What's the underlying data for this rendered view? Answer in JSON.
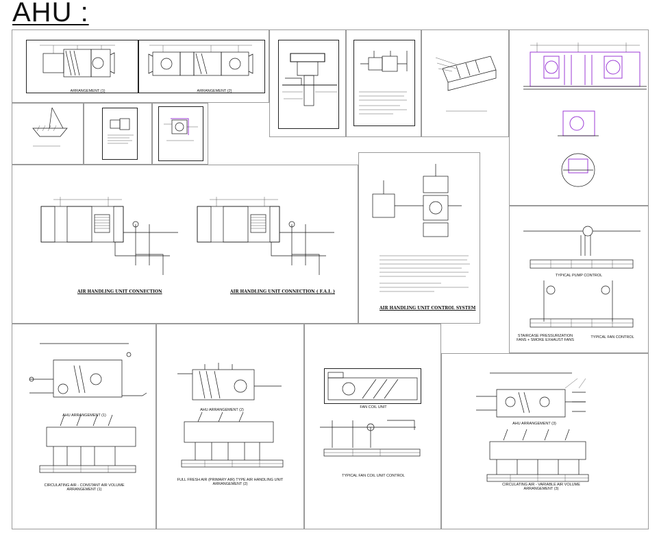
{
  "page": {
    "title": "AHU :"
  },
  "sheets": {
    "arrangement": {
      "label1": "ARRANGEMENT (1)",
      "label2": "ARRANGEMENT (2)"
    },
    "ahu_connection": {
      "label1": "AIR HANDLING UNIT CONNECTION",
      "label2": "AIR HANDLING UNIT CONNECTION ( F.A.I. )"
    },
    "control_system": {
      "title": "AIR HANDLING UNIT CONTROL SYSTEM"
    },
    "pump": {
      "label": "TYPICAL PUMP CONTROL",
      "label2": "STAIRCASE PRESSURIZATION FANS + SMOKE EXHAUST FANS",
      "label3": "TYPICAL FAN CONTROL"
    },
    "cav": {
      "label1": "AHU ARRANGEMENT (1)",
      "label2": "CIRCULATING AIR - CONSTANT AIR VOLUME ARRANGEMENT (1)"
    },
    "ffa": {
      "label1": "AHU ARRANGEMENT (2)",
      "label2": "FULL FRESH AIR (PRIMARY AIR) TYPE AIR HANDLING UNIT ARRANGEMENT (2)"
    },
    "fcu": {
      "label1": "FAN COIL UNIT",
      "label2": "TYPICAL FAN COIL UNIT CONTROL"
    },
    "vav": {
      "label1": "AHU ARRANGEMENT (3)",
      "label2": "CIRCULATING AIR - VARIABLE AIR VOLUME ARRANGEMENT (3)"
    }
  },
  "colors": {
    "accent_purple": "#9b3ad6",
    "line": "#111111",
    "border": "#9a9a9a"
  }
}
